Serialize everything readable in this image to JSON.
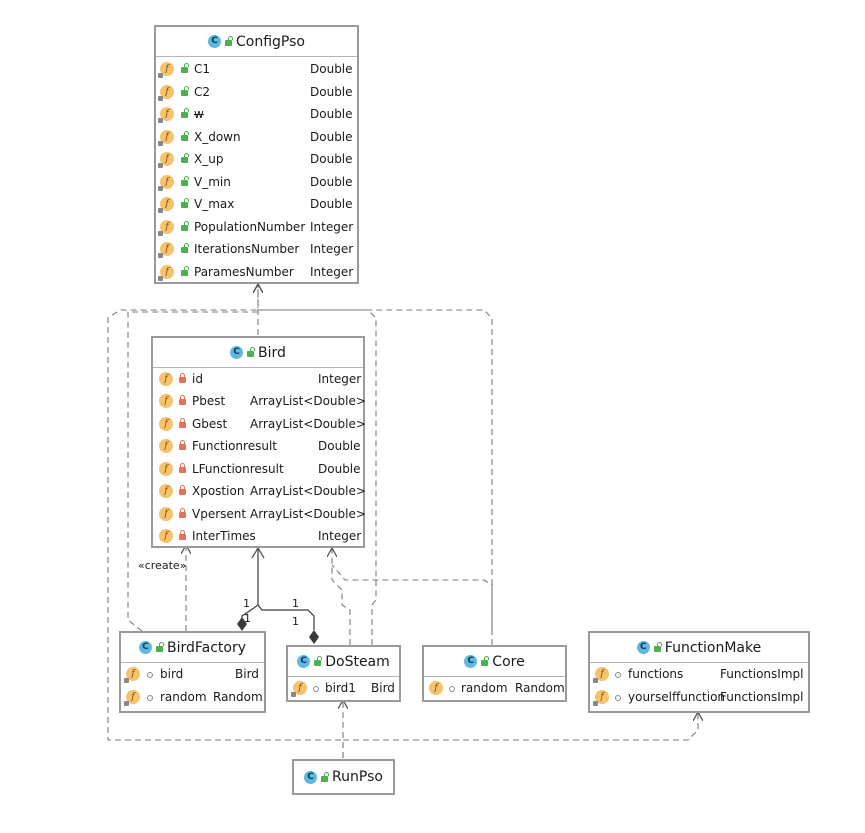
{
  "classes": {
    "configpso": {
      "name": "ConfigPso",
      "fields": [
        {
          "name": "C1",
          "type": "Double"
        },
        {
          "name": "C2",
          "type": "Double"
        },
        {
          "name": "w",
          "type": "Double"
        },
        {
          "name": "X_down",
          "type": "Double"
        },
        {
          "name": "X_up",
          "type": "Double"
        },
        {
          "name": "V_min",
          "type": "Double"
        },
        {
          "name": "V_max",
          "type": "Double"
        },
        {
          "name": "PopulationNumber",
          "type": "Integer"
        },
        {
          "name": "IterationsNumber",
          "type": "Integer"
        },
        {
          "name": "ParamesNumber",
          "type": "Integer"
        }
      ]
    },
    "bird": {
      "name": "Bird",
      "fields": [
        {
          "name": "id",
          "type": "Integer"
        },
        {
          "name": "Pbest",
          "type": "ArrayList<Double>"
        },
        {
          "name": "Gbest",
          "type": "ArrayList<Double>"
        },
        {
          "name": "Functionresult",
          "type": "Double"
        },
        {
          "name": "LFunctionresult",
          "type": "Double"
        },
        {
          "name": "Xpostion",
          "type": "ArrayList<Double>"
        },
        {
          "name": "Vpersent",
          "type": "ArrayList<Double>"
        },
        {
          "name": "InterTimes",
          "type": "Integer"
        }
      ]
    },
    "birdfactory": {
      "name": "BirdFactory",
      "fields": [
        {
          "name": "bird",
          "type": "Bird"
        },
        {
          "name": "random",
          "type": "Random"
        }
      ]
    },
    "dosteam": {
      "name": "DoSteam",
      "fields": [
        {
          "name": "bird1",
          "type": "Bird"
        }
      ]
    },
    "core": {
      "name": "Core",
      "fields": [
        {
          "name": "random",
          "type": "Random"
        }
      ]
    },
    "functionmake": {
      "name": "FunctionMake",
      "fields": [
        {
          "name": "functions",
          "type": "FunctionsImpl"
        },
        {
          "name": "yourselffunction",
          "type": "FunctionsImpl"
        }
      ]
    },
    "runpso": {
      "name": "RunPso",
      "fields": []
    }
  },
  "edge_labels": {
    "create": "«create»",
    "mult_a_top": "1",
    "mult_a_bottom": "1",
    "mult_b_top": "1",
    "mult_b_bottom": "1"
  },
  "icons": {
    "class_badge": "C",
    "field_badge": "f"
  },
  "colors": {
    "class_badge": "#5fb8e0",
    "field_badge": "#f6c26b",
    "public_lock": "#4caf50",
    "private_lock": "#e0735a",
    "border": "#9a9a9a"
  }
}
